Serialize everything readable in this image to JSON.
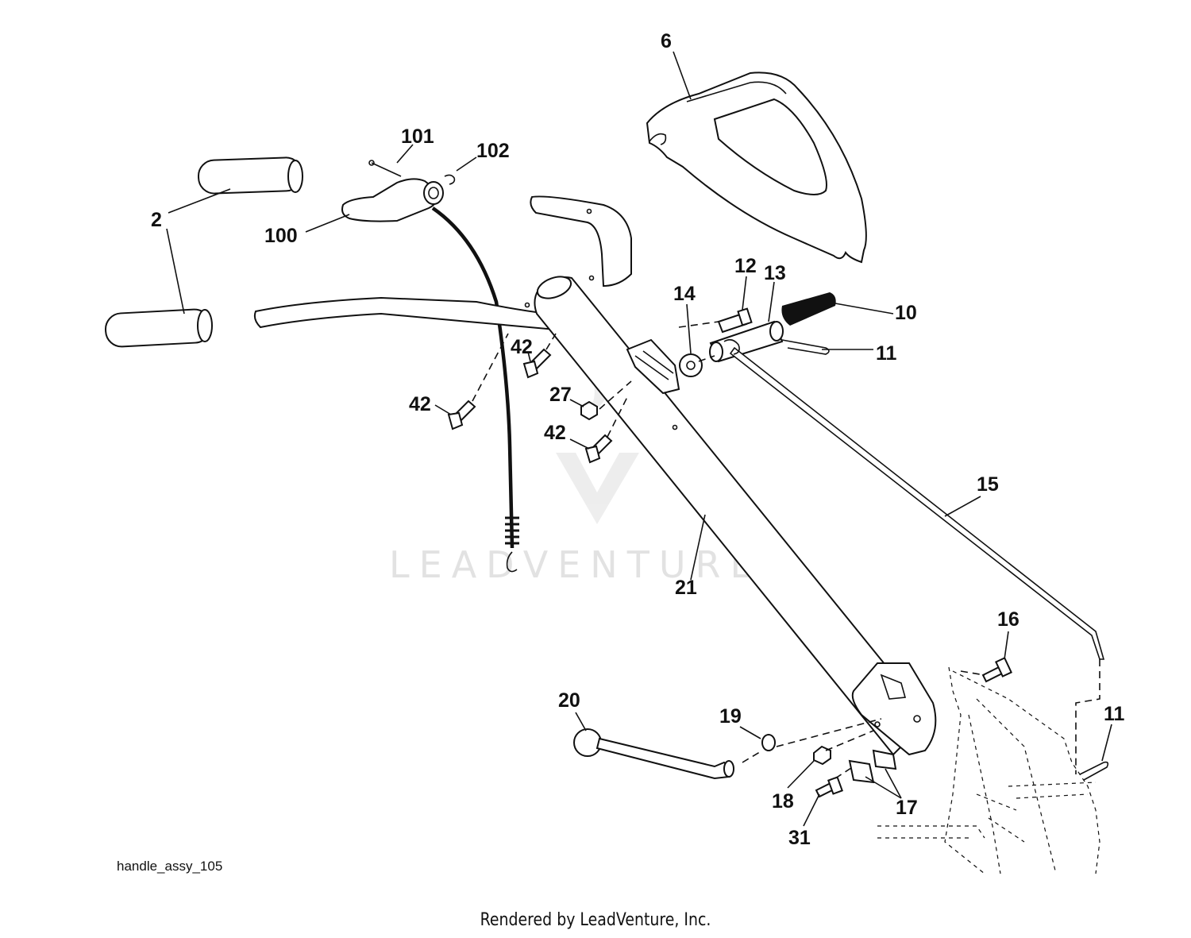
{
  "diagram_id": "handle_assy_105",
  "watermark": "LEADVENTURE",
  "footer": "Rendered by LeadVenture, Inc.",
  "callouts": {
    "c6": "6",
    "c101": "101",
    "c102": "102",
    "c2": "2",
    "c100": "100",
    "c12": "12",
    "c13": "13",
    "c14": "14",
    "c10": "10",
    "c11a": "11",
    "c42a": "42",
    "c27": "27",
    "c42b": "42",
    "c42c": "42",
    "c15": "15",
    "c21": "21",
    "c16": "16",
    "c20": "20",
    "c19": "19",
    "c11b": "11",
    "c18": "18",
    "c17": "17",
    "c31": "31"
  }
}
